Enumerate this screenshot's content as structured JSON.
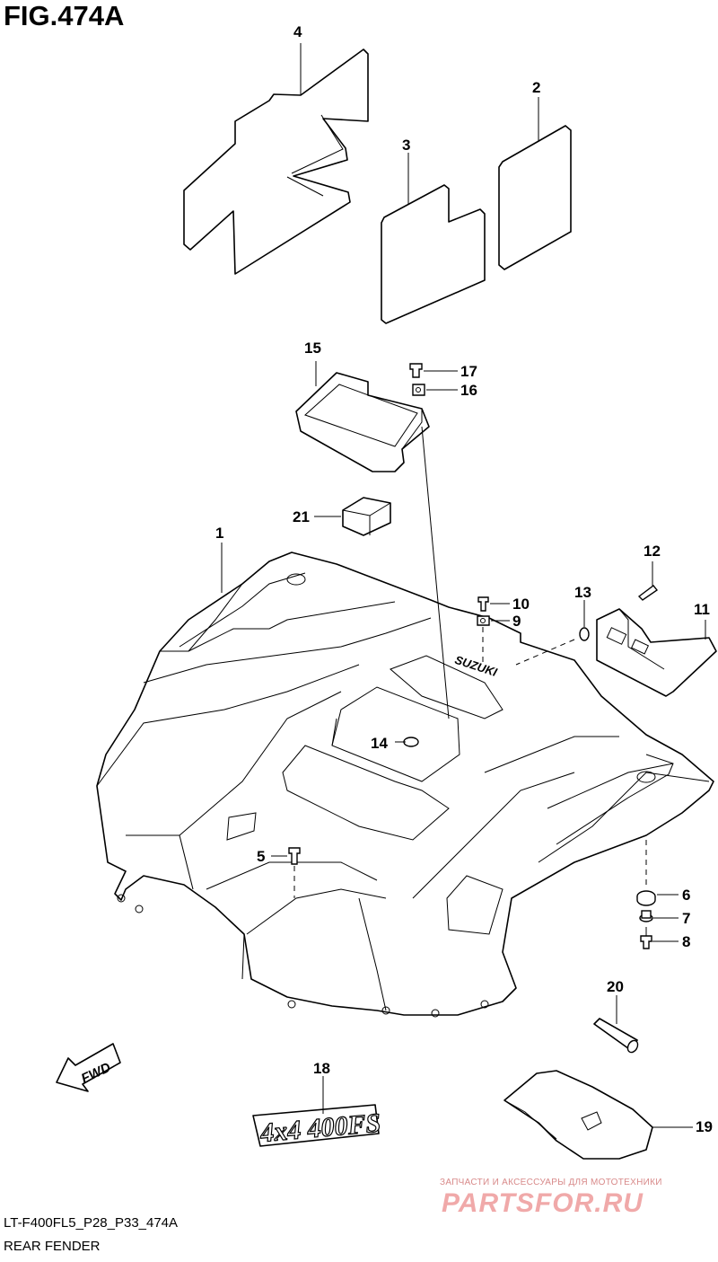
{
  "figure": {
    "title": "FIG.474A",
    "code": "LT-F400FL5_P28_P33_474A",
    "name": "REAR FENDER"
  },
  "callouts": {
    "c1": "1",
    "c2": "2",
    "c3": "3",
    "c4": "4",
    "c5": "5",
    "c6": "6",
    "c7": "7",
    "c8": "8",
    "c9": "9",
    "c10": "10",
    "c11": "11",
    "c12": "12",
    "c13": "13",
    "c14": "14",
    "c15": "15",
    "c16": "16",
    "c17": "17",
    "c18": "18",
    "c19": "19",
    "c20": "20",
    "c21": "21"
  },
  "labels": {
    "fwd": "FWD",
    "decal": "4x4 400FS",
    "fender_brand": "SUZUKI"
  },
  "watermark": {
    "subtitle": "ЗАПЧАСТИ И АКСЕССУАРЫ ДЛЯ МОТОТЕХНИКИ",
    "brand": "PARTSFOR.RU"
  },
  "colors": {
    "line": "#000000",
    "background": "#ffffff",
    "watermark": "#f0a9a9"
  }
}
